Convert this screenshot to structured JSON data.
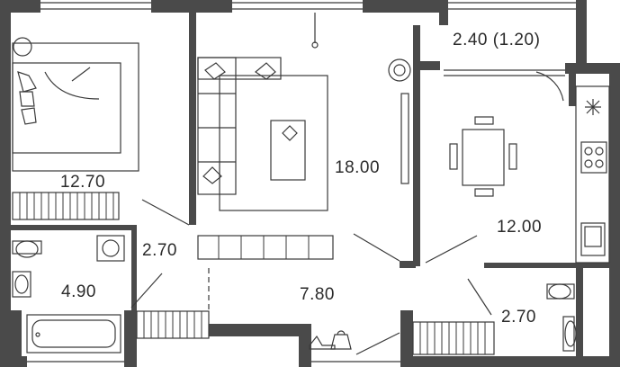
{
  "plan": {
    "rooms": [
      {
        "id": "bedroom",
        "area": "12.70"
      },
      {
        "id": "living-room",
        "area": "18.00"
      },
      {
        "id": "balcony",
        "area": "2.40 (1.20)"
      },
      {
        "id": "kitchen",
        "area": "12.00"
      },
      {
        "id": "wardrobe",
        "area": "2.70"
      },
      {
        "id": "bathroom",
        "area": "4.90"
      },
      {
        "id": "hallway",
        "area": "7.80"
      },
      {
        "id": "toilet",
        "area": "2.70"
      }
    ],
    "colors": {
      "wall": "#4a4a4a",
      "line": "#3a3a3a",
      "background": "#ffffff"
    },
    "icons": [
      "bed-icon",
      "sofa-icon",
      "coffee-table-icon",
      "plant-icon",
      "ceiling-lamp-icon",
      "dining-table-icon",
      "stove-icon",
      "sink-icon",
      "toilet-icon",
      "bathtub-icon",
      "washing-machine-icon",
      "shoe-icon",
      "bag-icon",
      "radiator-icon"
    ]
  }
}
